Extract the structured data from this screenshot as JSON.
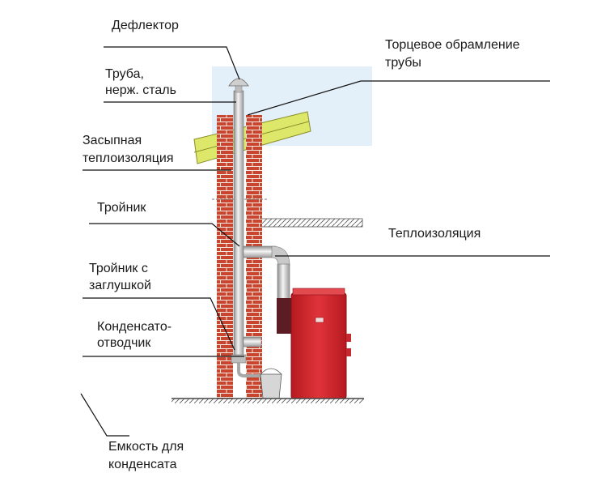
{
  "labels": {
    "deflector": "Дефлектор",
    "pipe_line1": "Труба,",
    "pipe_line2": "нерж. сталь",
    "fill_insulation_line1": "Засыпная",
    "fill_insulation_line2": "теплоизоляция",
    "tee": "Тройник",
    "tee_plug_line1": "Тройник с",
    "tee_plug_line2": "заглушкой",
    "condensate_drain_line1": "Конденсато-",
    "condensate_drain_line2": "отводчик",
    "container_line1": "Емкость для",
    "container_line2": "конденсата",
    "end_frame_line1": "Торцевое обрамление",
    "end_frame_line2": "трубы",
    "insulation": "Теплоизоляция"
  },
  "colors": {
    "brick": "#c8462f",
    "mortar": "#f2e9e0",
    "roof": "#dde86a",
    "sky": "#e3eff9",
    "boiler": "#d8262d",
    "pipe": "#b8b8b8",
    "leader_line": "#111111"
  }
}
